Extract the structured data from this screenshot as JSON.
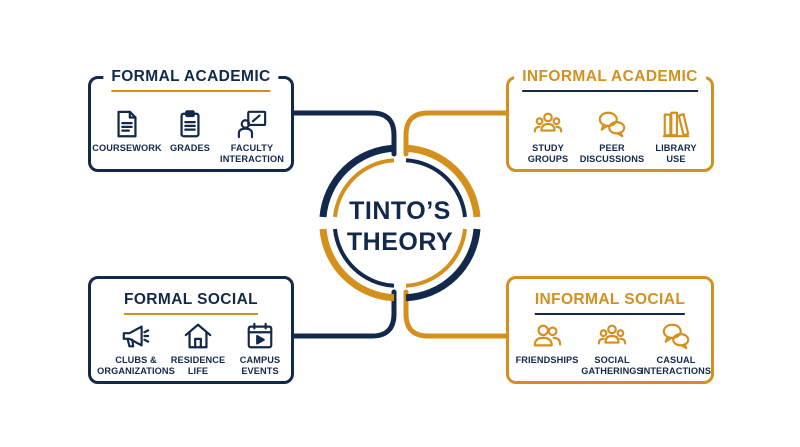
{
  "center": {
    "line1": "TINTO’S",
    "line2": "THEORY"
  },
  "colors": {
    "navy": "#13294b",
    "gold": "#d4901c"
  },
  "quadrants": {
    "formal_academic": {
      "title": "FORMAL ACADEMIC",
      "items": [
        {
          "label": "COURSEWORK",
          "icon": "document-icon"
        },
        {
          "label": "GRADES",
          "icon": "clipboard-icon"
        },
        {
          "label": "FACULTY\nINTERACTION",
          "icon": "teacher-icon"
        }
      ]
    },
    "informal_academic": {
      "title": "INFORMAL ACADEMIC",
      "items": [
        {
          "label": "STUDY\nGROUPS",
          "icon": "group-icon"
        },
        {
          "label": "PEER\nDISCUSSIONS",
          "icon": "chat-bubbles-icon"
        },
        {
          "label": "LIBRARY\nUSE",
          "icon": "books-icon"
        }
      ]
    },
    "formal_social": {
      "title": "FORMAL SOCIAL",
      "items": [
        {
          "label": "CLUBS &\nORGANIZATIONS",
          "icon": "megaphone-icon"
        },
        {
          "label": "RESIDENCE\nLIFE",
          "icon": "house-icon"
        },
        {
          "label": "CAMPUS\nEVENTS",
          "icon": "calendar-play-icon"
        }
      ]
    },
    "informal_social": {
      "title": "INFORMAL SOCIAL",
      "items": [
        {
          "label": "FRIENDSHIPS",
          "icon": "friends-icon"
        },
        {
          "label": "SOCIAL\nGATHERINGS",
          "icon": "group-icon"
        },
        {
          "label": "CASUAL\nINTERACTIONS",
          "icon": "chat-bubbles-icon"
        }
      ]
    }
  }
}
